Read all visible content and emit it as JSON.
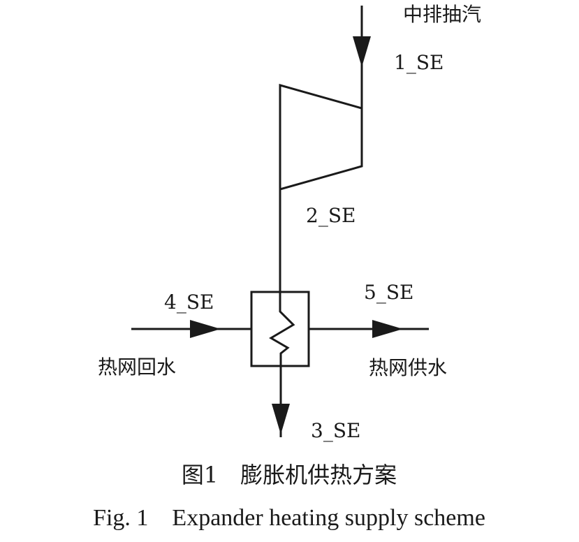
{
  "labels": {
    "extraction_steam": "中排抽汽",
    "stream_1": "1_SE",
    "stream_2": "2_SE",
    "stream_3": "3_SE",
    "stream_4": "4_SE",
    "stream_5": "5_SE",
    "return_water": "热网回水",
    "supply_water": "热网供水"
  },
  "caption": {
    "zh": "图1　膨胀机供热方案",
    "en": "Fig. 1　Expander heating supply scheme"
  },
  "colors": {
    "line": "#1a1a1a",
    "background": "#ffffff"
  }
}
